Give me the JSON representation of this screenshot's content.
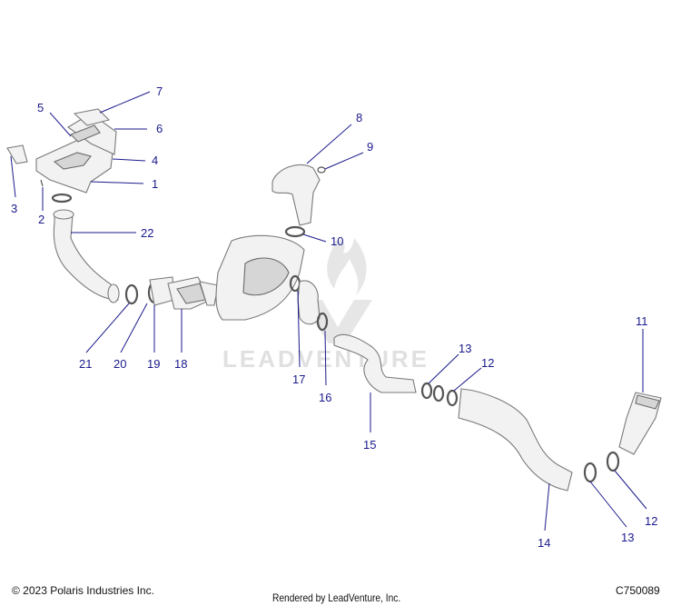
{
  "footer": {
    "copyright": "© 2023 Polaris Industries Inc.",
    "rendered_by": "Rendered by LeadVenture, Inc.",
    "diagram_code": "C750089"
  },
  "watermark": {
    "text": "LEADVENTURE"
  },
  "callouts": [
    {
      "id": "c7",
      "label": "7"
    },
    {
      "id": "c5",
      "label": "5"
    },
    {
      "id": "c6",
      "label": "6"
    },
    {
      "id": "c4",
      "label": "4"
    },
    {
      "id": "c1",
      "label": "1"
    },
    {
      "id": "c3",
      "label": "3"
    },
    {
      "id": "c2",
      "label": "2"
    },
    {
      "id": "c22",
      "label": "22"
    },
    {
      "id": "c8",
      "label": "8"
    },
    {
      "id": "c9",
      "label": "9"
    },
    {
      "id": "c10",
      "label": "10"
    },
    {
      "id": "c21",
      "label": "21"
    },
    {
      "id": "c20",
      "label": "20"
    },
    {
      "id": "c19",
      "label": "19"
    },
    {
      "id": "c18",
      "label": "18"
    },
    {
      "id": "c17",
      "label": "17"
    },
    {
      "id": "c16",
      "label": "16"
    },
    {
      "id": "c13a",
      "label": "13"
    },
    {
      "id": "c12a",
      "label": "12"
    },
    {
      "id": "c15",
      "label": "15"
    },
    {
      "id": "c11",
      "label": "11"
    },
    {
      "id": "c14",
      "label": "14"
    },
    {
      "id": "c13b",
      "label": "13"
    },
    {
      "id": "c12b",
      "label": "12"
    }
  ]
}
